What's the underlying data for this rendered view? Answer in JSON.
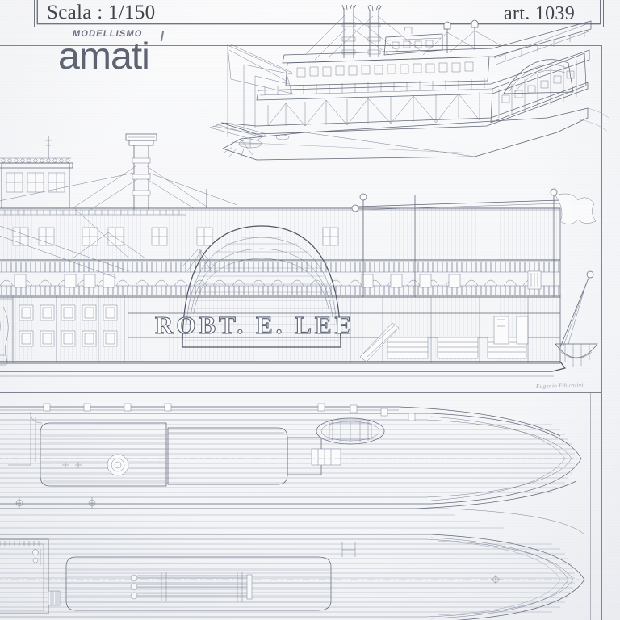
{
  "sheet": {
    "title_block": {
      "scale_label": "Scala : 1/150",
      "art_label": "art. 1039"
    },
    "logo": {
      "sub_text": "MODELLISMO",
      "main_text": "amati"
    },
    "signature": "Eugenio Educativi"
  },
  "views": {
    "perspective": {
      "name": "perspective-view",
      "subject": "Mississippi paddle steamer three-quarter perspective"
    },
    "side_elevation": {
      "name": "side-elevation-view",
      "hull_name_text": "ROBT. E. LEE",
      "subject": "starboard side elevation of sternwheel riverboat"
    },
    "plan_upper": {
      "name": "upper-deck-plan-view",
      "subject": "upper deck plan, bow to the right"
    },
    "plan_lower": {
      "name": "lower-deck-plan-view",
      "subject": "main deck plan, bow to the right"
    }
  },
  "colors": {
    "paper": "#fbfbfc",
    "ink": "#5f6576",
    "ink_light": "#9aa0b0",
    "frame": "#7d828e",
    "logo": "#5d6270"
  }
}
